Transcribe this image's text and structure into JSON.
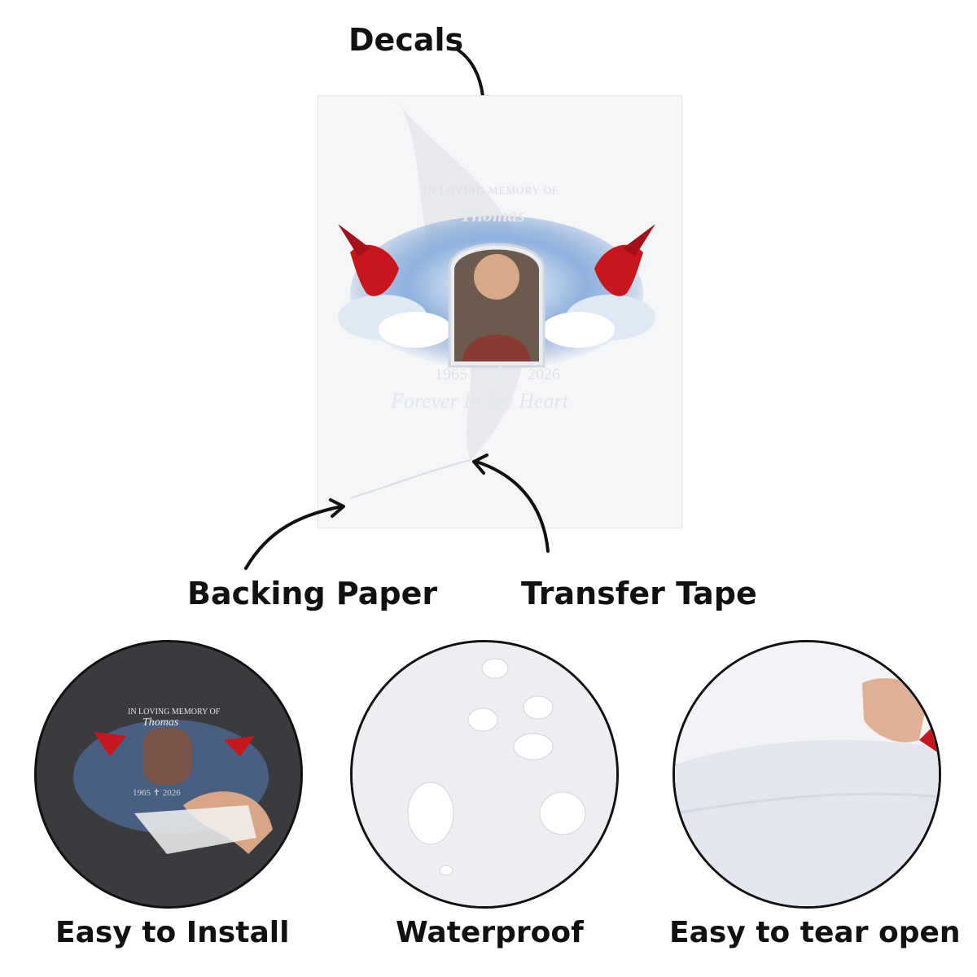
{
  "labels": {
    "decals": "Decals",
    "backing_paper": "Backing Paper",
    "transfer_tape": "Transfer Tape"
  },
  "decal": {
    "heading": "IN LOVING MEMORY OF",
    "name": "Thomas",
    "year_start": "1965",
    "year_end": "2026",
    "tagline": "Forever In My Heart",
    "cross": "✝"
  },
  "features": [
    {
      "label": "Easy to Install"
    },
    {
      "label": "Waterproof"
    },
    {
      "label": "Easy to tear open"
    }
  ],
  "colors": {
    "cardinal": "#c8161d",
    "sky": "#5b87c6",
    "sweater": "#8a3a32"
  }
}
